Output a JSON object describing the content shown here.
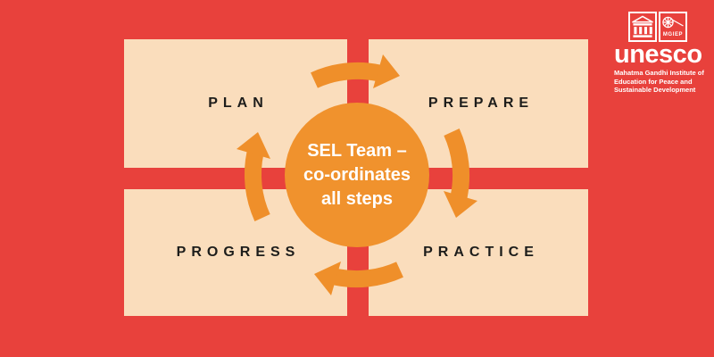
{
  "colors": {
    "background_red": "#E8413C",
    "panel_cream": "#FADDBC",
    "arrow_orange": "#EF8F2A",
    "circle_orange": "#F0922D",
    "label_dark": "#1D1D1B",
    "white": "#FFFFFF"
  },
  "cycle": {
    "quadrants": [
      {
        "label": "PLAN"
      },
      {
        "label": "PREPARE"
      },
      {
        "label": "PROGRESS"
      },
      {
        "label": "PRACTICE"
      }
    ],
    "center_circle": {
      "lines": [
        "SEL Team –",
        "co-ordinates",
        "all steps"
      ]
    },
    "arrows": [
      "arrow-plan-to-prepare",
      "arrow-prepare-to-practice",
      "arrow-practice-to-progress",
      "arrow-progress-to-plan"
    ]
  },
  "logo": {
    "unesco_wordmark": "unesco",
    "mgiep_label": "MGIEP",
    "tagline_lines": [
      "Mahatma Gandhi Institute of",
      "Education for Peace and",
      "Sustainable Development"
    ],
    "icons": [
      "unesco-temple-icon",
      "mgiep-charkha-icon"
    ]
  }
}
